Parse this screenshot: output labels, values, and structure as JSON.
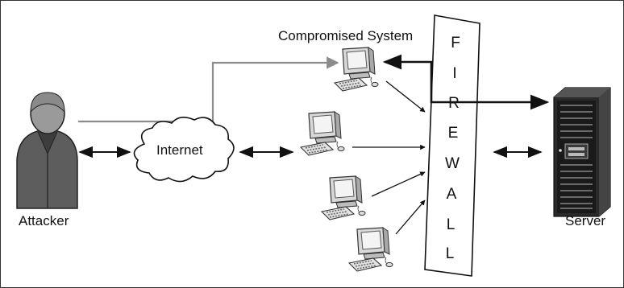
{
  "labels": {
    "compromised_system": "Compromised System",
    "internet": "Internet",
    "attacker": "Attacker",
    "server": "Server"
  },
  "firewall_letters": [
    "F",
    "I",
    "R",
    "E",
    "W",
    "A",
    "L",
    "L"
  ],
  "icons": {
    "attacker": "person-icon",
    "cloud": "cloud-icon",
    "computer": "computer-icon",
    "server": "server-rack-icon"
  },
  "colors": {
    "line": "#111111",
    "compromised_path": "#8c8c8c"
  }
}
